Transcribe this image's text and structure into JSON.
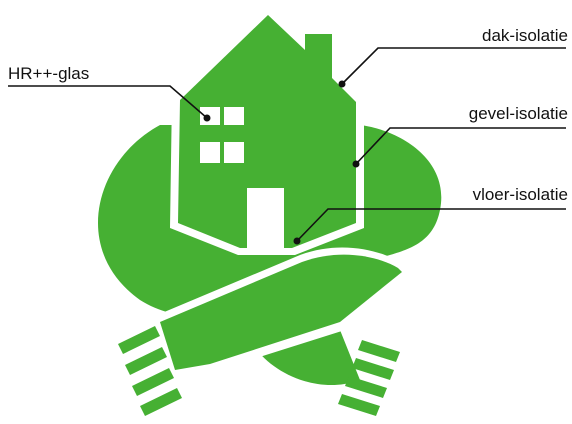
{
  "labels": {
    "glass": "HR++-glas",
    "roof": "dak-isolatie",
    "facade": "gevel-isolatie",
    "floor": "vloer-isolatie"
  },
  "colors": {
    "green": "#46b033",
    "white": "#ffffff",
    "line": "#111111"
  },
  "icons": {
    "house": "house-icon",
    "scarf": "scarf-icon",
    "window": "window-icon",
    "door": "door-icon"
  }
}
